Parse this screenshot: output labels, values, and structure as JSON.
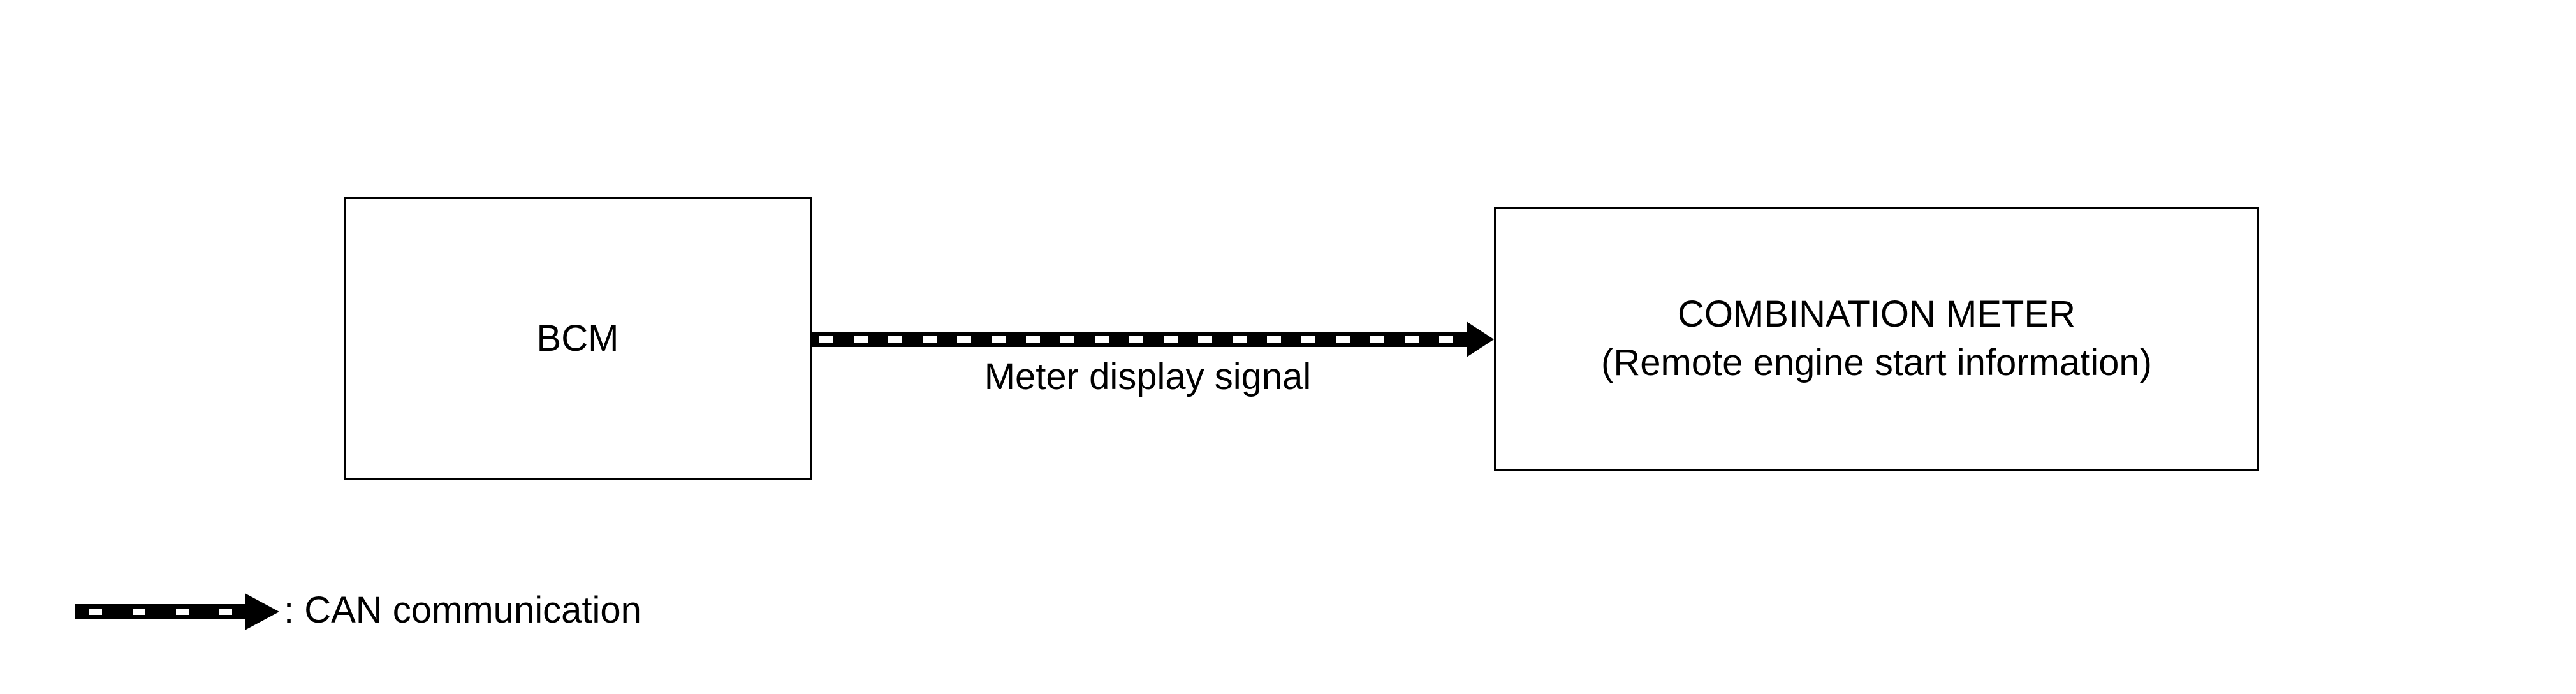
{
  "blocks": {
    "bcm": {
      "label": "BCM"
    },
    "meter": {
      "line1": "COMBINATION METER",
      "line2": "(Remote engine start information)"
    }
  },
  "connections": [
    {
      "from": "BCM",
      "to": "COMBINATION METER",
      "style": "CAN",
      "label": "Meter display signal"
    }
  ],
  "legend": {
    "can_label": ": CAN communication"
  },
  "colors": {
    "line": "#000000",
    "background": "#ffffff"
  }
}
